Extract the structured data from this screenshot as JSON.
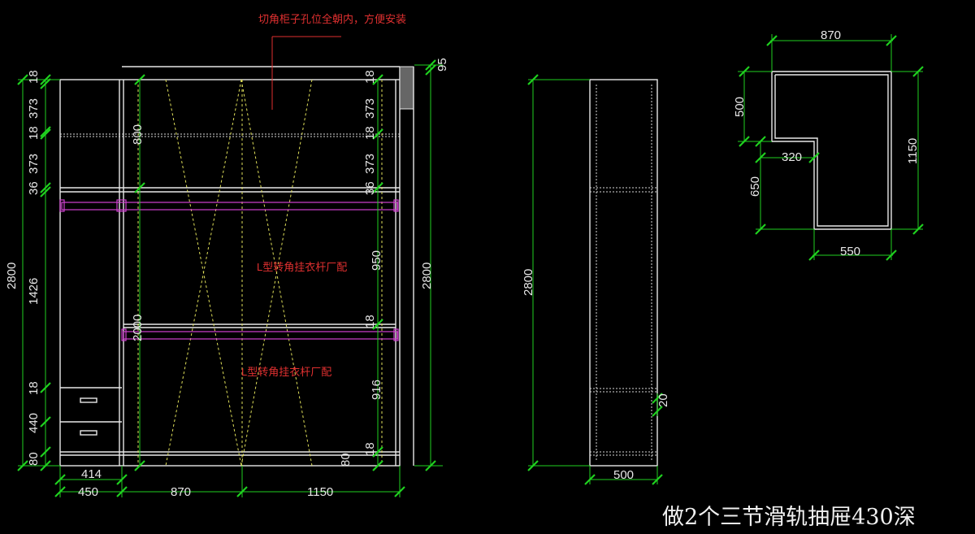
{
  "notes": {
    "corner": "切角柜子孔位全朝内，方便安装",
    "rod_upper": "L型转角挂衣杆厂配",
    "rod_lower": "L型转角挂衣杆厂配",
    "footer": "做2个三节滑轨抽屉430深"
  },
  "front": {
    "left_dims": [
      "18",
      "373",
      "18",
      "373",
      "36",
      "2800",
      "1426",
      "18",
      "440",
      "80"
    ],
    "inner_dims": [
      "800",
      "2000"
    ],
    "right_inner_dims": [
      "18",
      "373",
      "18",
      "373",
      "36",
      "950",
      "18",
      "916",
      "18",
      "80"
    ],
    "right_total": "2800",
    "top_dim": "95",
    "bottom_row1": "414",
    "bottom_row2": [
      "450",
      "870",
      "1150"
    ]
  },
  "side": {
    "height": "2800",
    "gap": "20",
    "width": "500"
  },
  "plan": {
    "top": "870",
    "left_upper": "500",
    "step": "320",
    "left_lower": "650",
    "right": "1150",
    "bottom": "550"
  },
  "colors": {
    "background": "#000000",
    "lines": "#e8e8e8",
    "dimensions": "#1fd11f",
    "hidden": "#e0e05a",
    "rods": "#d040d0",
    "notes": "#e03030"
  }
}
